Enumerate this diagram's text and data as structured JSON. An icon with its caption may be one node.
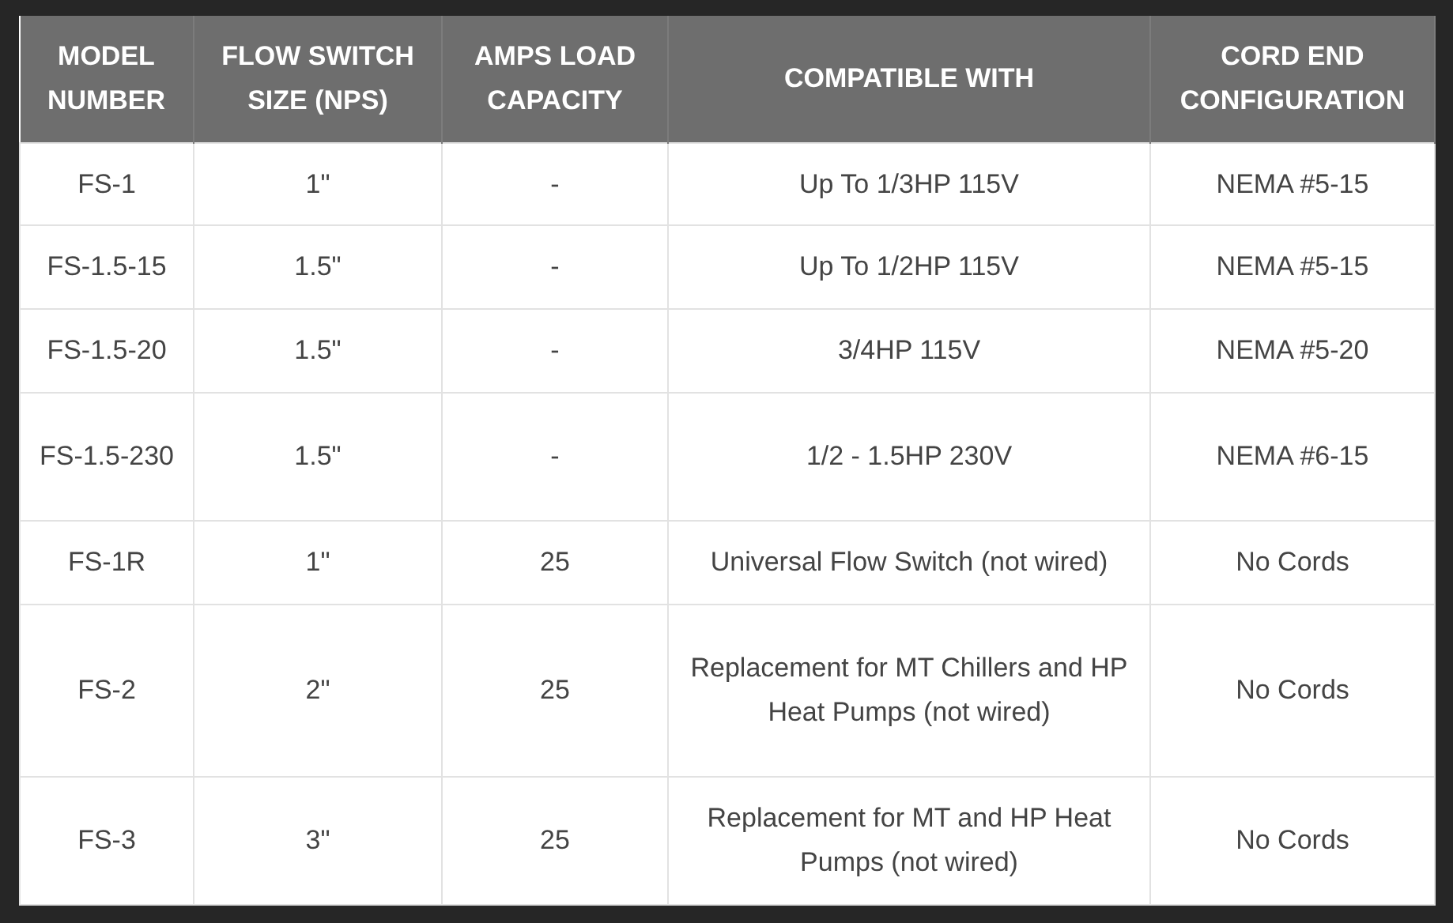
{
  "diagram": {
    "labels": [
      "MODEL NUMBER",
      "FLOW SWITCH SIZE (NPS)",
      "AMPS LOAD CAPACITY",
      "COMPATIBLE WITH",
      "CORD END CONFIGURATION",
      "FS-1",
      "1\"",
      "-",
      "Up To 1/3HP 115V",
      "NEMA #5-15",
      "FS-1.5-15",
      "1.5\"",
      "-",
      "Up To 1/2HP 115V",
      "NEMA #5-15",
      "FS-1.5-20",
      "1.5\"",
      "-",
      "3/4HP 115V",
      "NEMA #5-20",
      "FS-1.5-230",
      "1.5\"",
      "-",
      "1/2 - 1.5HP 230V",
      "NEMA #6-15",
      "FS-1R",
      "1\"",
      "25",
      "Universal Flow Switch (not wired)",
      "No Cords",
      "FS-2",
      "2\"",
      "25",
      "Replacement for MT Chillers and HP Heat Pumps (not wired)",
      "No Cords",
      "FS-3",
      "3\"",
      "25",
      "Replacement for MT and HP Heat Pumps (not wired)",
      "No Cords"
    ]
  }
}
